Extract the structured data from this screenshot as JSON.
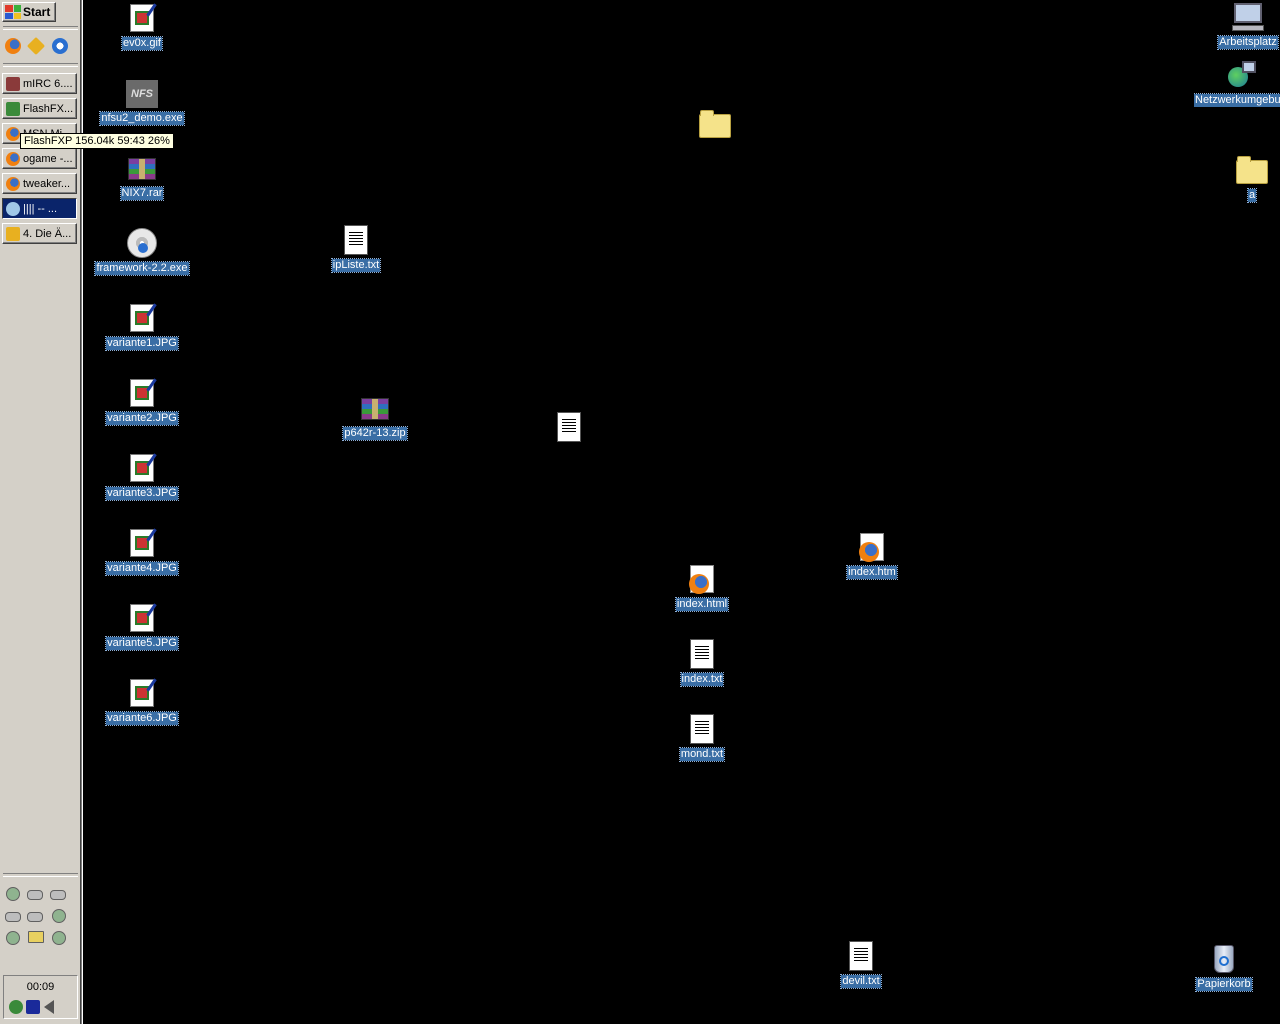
{
  "taskbar": {
    "start_label": "Start",
    "quick_launch": [
      "firefox-icon",
      "flashfxp-icon",
      "refresh-app-icon"
    ],
    "tasks": [
      {
        "label": "mIRC 6....",
        "icon": "mirc-icon",
        "active": false
      },
      {
        "label": "FlashFX...",
        "icon": "flashfxp-icon",
        "active": false
      },
      {
        "label": "MSN Mi...",
        "icon": "firefox-icon",
        "active": false
      },
      {
        "label": "ogame -...",
        "icon": "firefox-icon",
        "active": false
      },
      {
        "label": "tweaker...",
        "icon": "firefox-icon",
        "active": false
      },
      {
        "label": "|||| --  ...",
        "icon": "chat-icon",
        "active": true
      },
      {
        "label": "4. Die Ä...",
        "icon": "flashfxp-icon",
        "active": false
      }
    ],
    "tooltip": "FlashFXP 156.04k 59:43 26%",
    "clock": "00:09"
  },
  "desktop": {
    "icons": [
      {
        "label": "ev0x.gif",
        "type": "image"
      },
      {
        "label": "nfsu2_demo.exe",
        "type": "nfs"
      },
      {
        "label": "NIX7.rar",
        "type": "rar"
      },
      {
        "label": "framework-2.2.exe",
        "type": "cd"
      },
      {
        "label": "variante1.JPG",
        "type": "image"
      },
      {
        "label": "variante2.JPG",
        "type": "image"
      },
      {
        "label": "variante3.JPG",
        "type": "image"
      },
      {
        "label": "variante4.JPG",
        "type": "image"
      },
      {
        "label": "variante5.JPG",
        "type": "image"
      },
      {
        "label": "variante6.JPG",
        "type": "image"
      },
      {
        "label": "ipListe.txt",
        "type": "text"
      },
      {
        "label": "p642r-13.zip",
        "type": "rar"
      },
      {
        "label": "",
        "type": "folder"
      },
      {
        "label": "",
        "type": "text"
      },
      {
        "label": "index.htm",
        "type": "firefox"
      },
      {
        "label": "index.html",
        "type": "firefox"
      },
      {
        "label": "index.txt",
        "type": "text"
      },
      {
        "label": "mond.txt",
        "type": "text"
      },
      {
        "label": "devil.txt",
        "type": "text"
      },
      {
        "label": "Arbeitsplatz",
        "type": "computer"
      },
      {
        "label": "Netzwerkumgebung",
        "type": "network"
      },
      {
        "label": "a",
        "type": "folder"
      },
      {
        "label": "Papierkorb",
        "type": "recycle"
      }
    ]
  }
}
